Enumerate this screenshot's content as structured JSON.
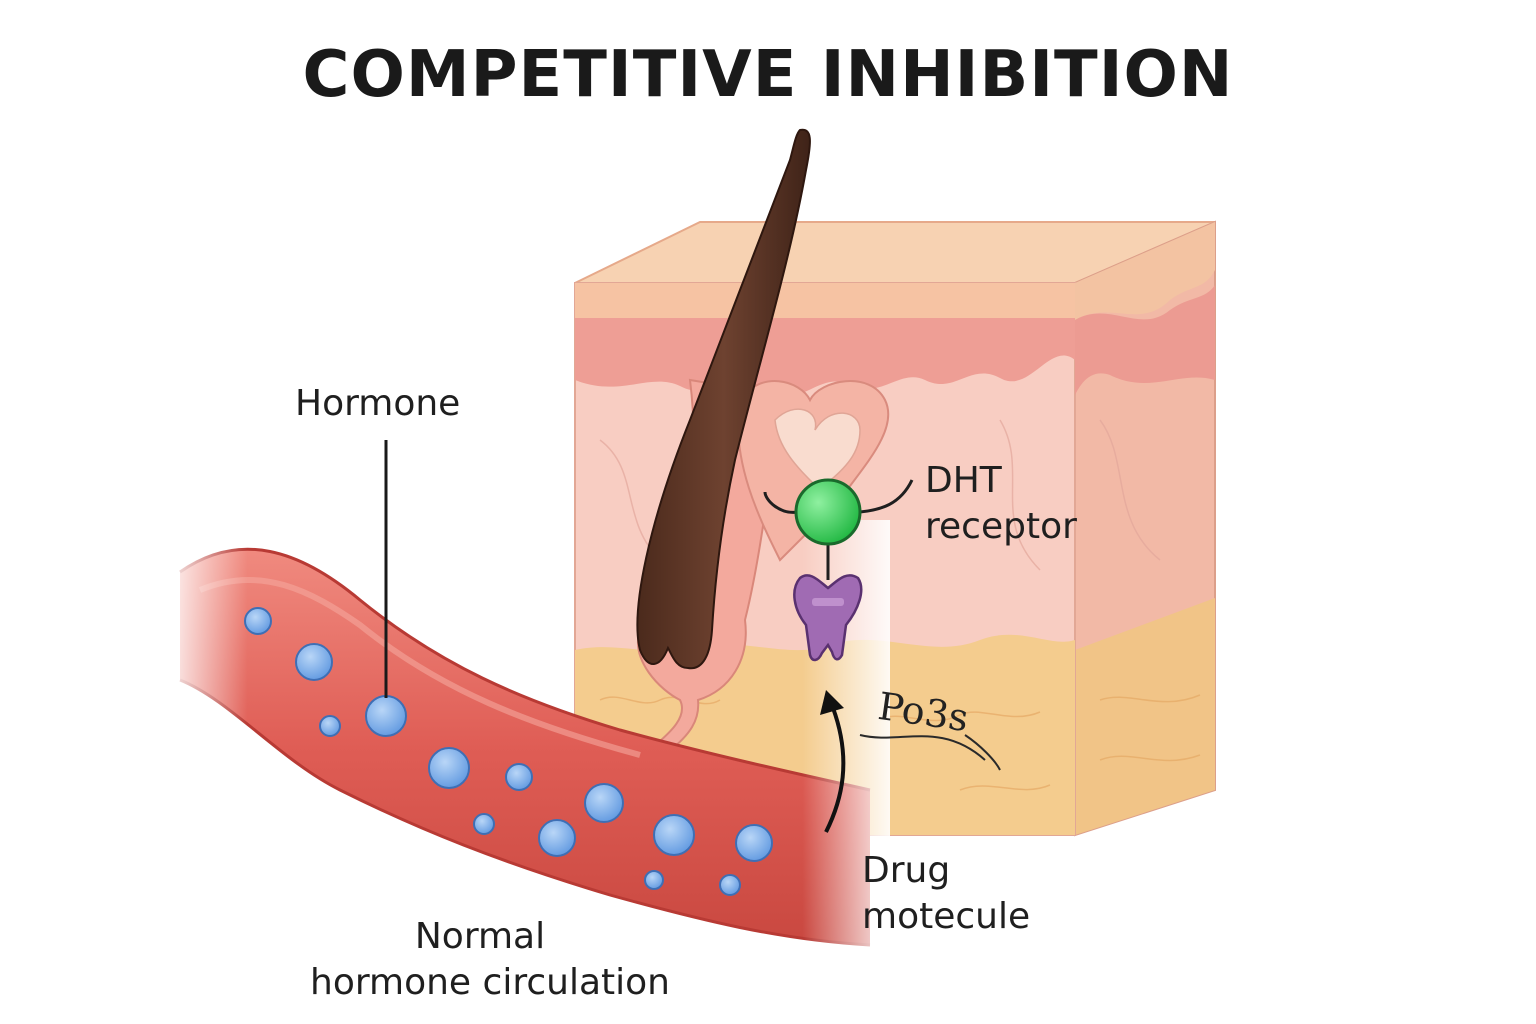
{
  "title": "COMPETITIVE INHIBITION",
  "labels": {
    "hormone": "Hormone",
    "dht_receptor_line1": "DHT",
    "dht_receptor_line2": "receptor",
    "drug_line1": "Drug",
    "drug_line2": "motecule",
    "circulation_line1": "Normal",
    "circulation_line2": "hormone circulation",
    "scribble": "Po3s"
  },
  "colors": {
    "vessel": "#e4675f",
    "vessel_dark": "#c9443f",
    "hormone_dot": "#7fb0ea",
    "skin_top": "#f6c9a8",
    "dermis": "#f7c6bb",
    "fat": "#f5cf92",
    "hair": "#5a3424",
    "receptor": "#3fd45e",
    "drug_molecule": "#a06bb3"
  }
}
